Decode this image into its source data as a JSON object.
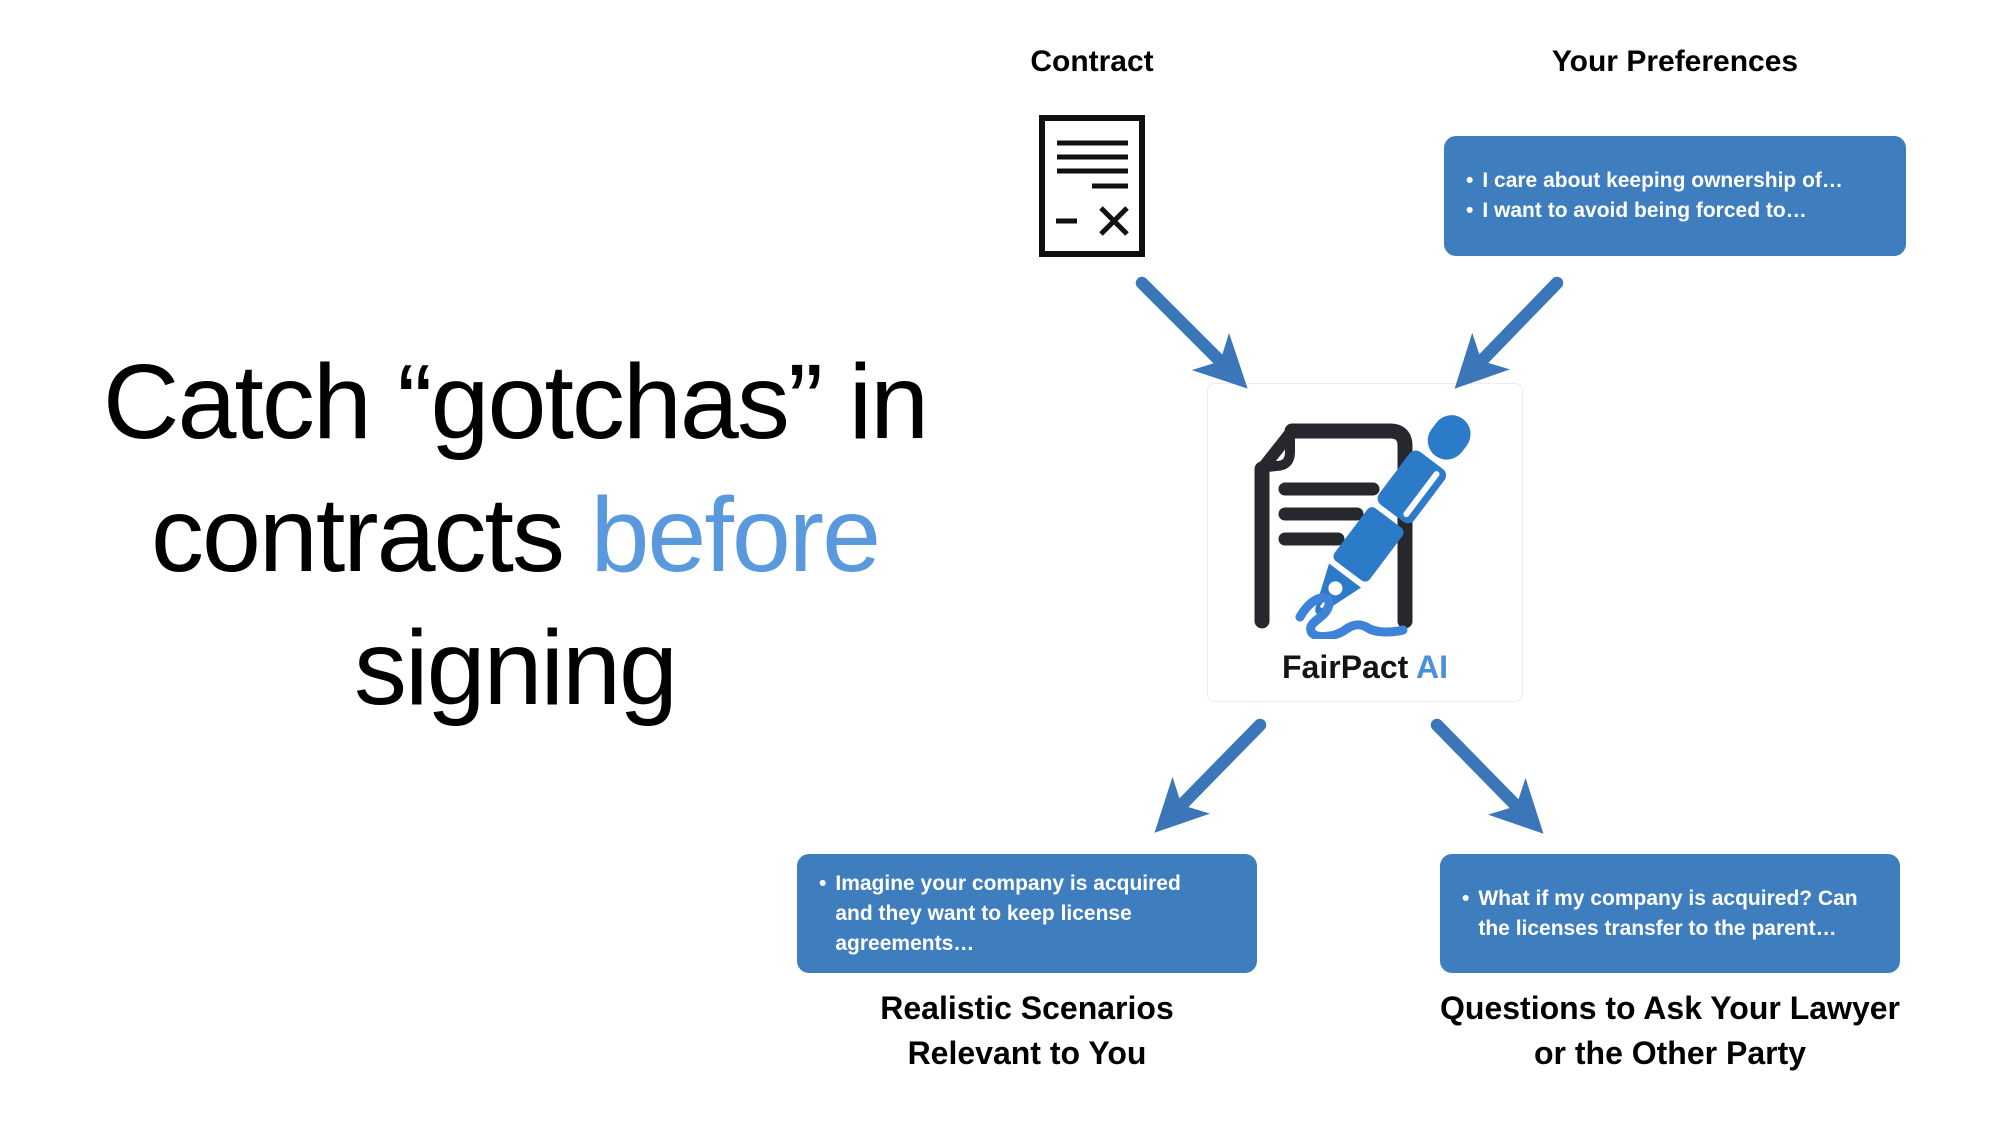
{
  "headline": {
    "line1": "Catch “gotchas” in",
    "line2_black": "contracts",
    "line2_highlight": "before",
    "line3": "signing"
  },
  "contract": {
    "label": "Contract"
  },
  "preferences": {
    "label": "Your Preferences",
    "bullets": [
      "I care about keeping ownership of…",
      "I want to avoid being forced to…"
    ]
  },
  "brand": {
    "name": "FairPact",
    "suffix": "AI"
  },
  "scenarios": {
    "bullet": "Imagine your company is acquired and they want to keep license agreements…",
    "caption_line1": "Realistic Scenarios",
    "caption_line2": "Relevant to You"
  },
  "questions": {
    "bullet": "What if my company is acquired? Can the licenses transfer to the parent…",
    "caption_line1": "Questions to Ask Your Lawyer",
    "caption_line2": "or the Other Party"
  },
  "bullet_glyph": "•",
  "colors": {
    "box_blue": "#3f7ebe",
    "arrow_blue": "#3a76b8",
    "heading_highlight_blue": "#5b99de",
    "brand_ai_blue": "#4a90d9",
    "pen_blue": "#2b7bc9",
    "signature_blue": "#3d83d8",
    "ink_dark": "#26282e",
    "text_black": "#000000"
  }
}
